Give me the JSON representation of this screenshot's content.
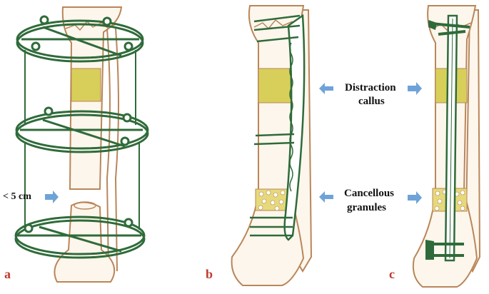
{
  "panels": [
    {
      "id": "a",
      "letter": "a"
    },
    {
      "id": "b",
      "letter": "b"
    },
    {
      "id": "c",
      "letter": "c"
    }
  ],
  "annotations": {
    "gap": "< 5 cm",
    "distraction_line1": "Distraction",
    "distraction_line2": "callus",
    "cancellous_line1": "Cancellous",
    "cancellous_line2": "granules"
  },
  "colors": {
    "bone_outline": "#b9865a",
    "fixator": "#2f6b3a",
    "callus": "#d8cf5a",
    "granules": "#e6d97a",
    "arrow": "#6fa3d8",
    "panel_letter": "#c0392b",
    "text": "#111111"
  }
}
